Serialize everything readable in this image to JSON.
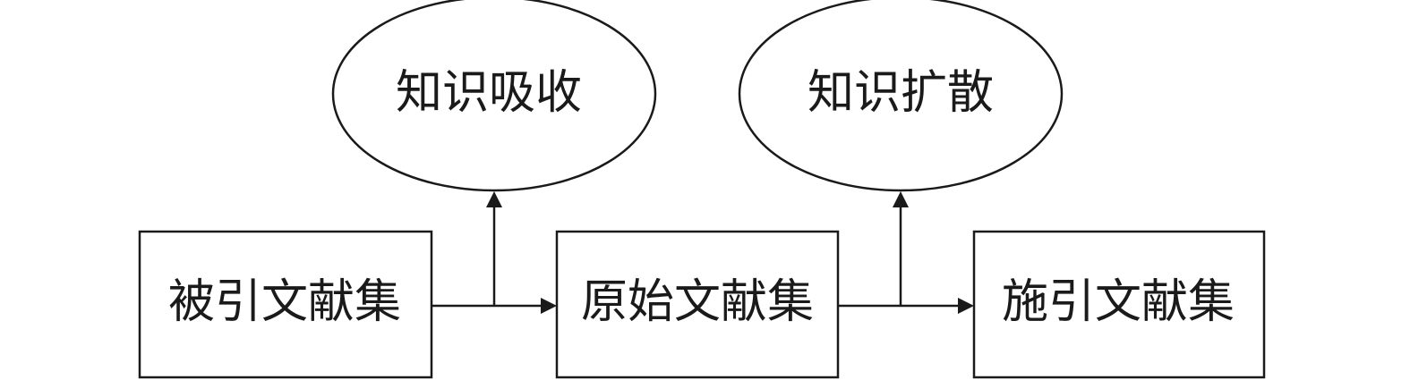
{
  "diagram": {
    "ellipses": {
      "absorption": {
        "label": "知识吸收"
      },
      "diffusion": {
        "label": "知识扩散"
      }
    },
    "boxes": {
      "cited": {
        "label": "被引文献集"
      },
      "original": {
        "label": "原始文献集"
      },
      "citing": {
        "label": "施引文献集"
      }
    },
    "colors": {
      "stroke": "#1a1a1a",
      "background": "#ffffff"
    }
  }
}
